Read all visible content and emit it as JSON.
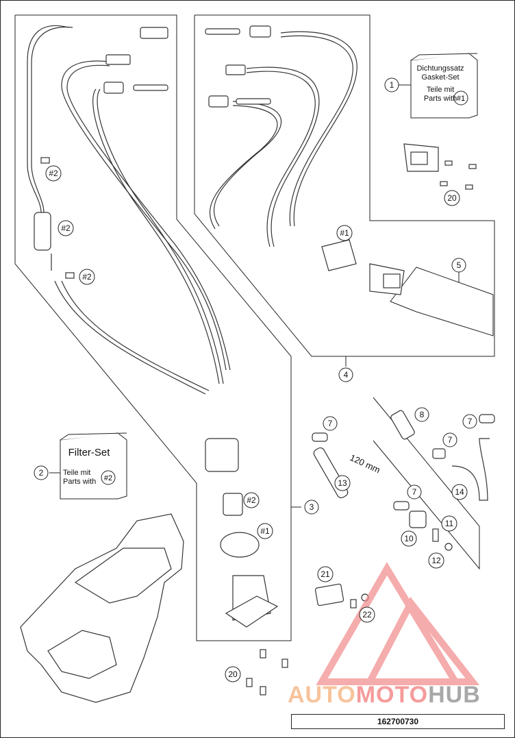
{
  "callouts": [
    {
      "id": "c1",
      "label": "1"
    },
    {
      "id": "c2",
      "label": "2"
    },
    {
      "id": "c3",
      "label": "3"
    },
    {
      "id": "c4",
      "label": "4"
    },
    {
      "id": "c5",
      "label": "5"
    },
    {
      "id": "c7a",
      "label": "7"
    },
    {
      "id": "c7b",
      "label": "7"
    },
    {
      "id": "c7c",
      "label": "7"
    },
    {
      "id": "c7d",
      "label": "7"
    },
    {
      "id": "c8",
      "label": "8"
    },
    {
      "id": "c10",
      "label": "10"
    },
    {
      "id": "c11",
      "label": "11"
    },
    {
      "id": "c12",
      "label": "12"
    },
    {
      "id": "c13",
      "label": "13"
    },
    {
      "id": "c14",
      "label": "14"
    },
    {
      "id": "c20a",
      "label": "20"
    },
    {
      "id": "c20b",
      "label": "20"
    },
    {
      "id": "c21",
      "label": "21"
    },
    {
      "id": "c22",
      "label": "22"
    },
    {
      "id": "k2a",
      "label": "#2"
    },
    {
      "id": "k2b",
      "label": "#2"
    },
    {
      "id": "k2c",
      "label": "#2"
    },
    {
      "id": "k2d",
      "label": "#2"
    },
    {
      "id": "k1a",
      "label": "#1"
    },
    {
      "id": "k1b",
      "label": "#1"
    }
  ],
  "gasket_set": {
    "title_de": "Dichtungssatz",
    "title_en": "Gasket-Set",
    "parts_de": "Teile mit",
    "parts_en": "Parts with",
    "ref": "#1"
  },
  "filter_set": {
    "title": "Filter-Set",
    "parts_de": "Teile mit",
    "parts_en": "Parts with",
    "ref": "#2"
  },
  "hose_length": "120 mm",
  "watermark": {
    "part_a": "AUTO",
    "part_b": "MOTO",
    "part_c": "HUB"
  },
  "part_number": "162700730"
}
